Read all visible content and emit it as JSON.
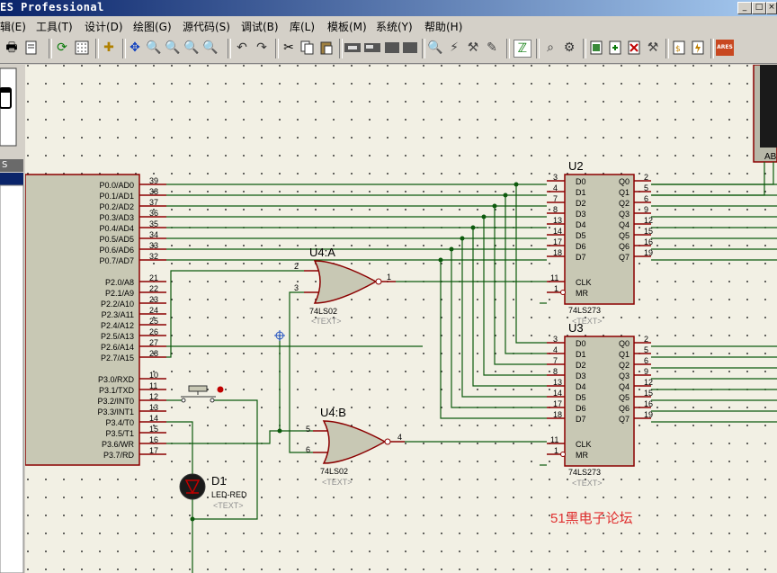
{
  "window": {
    "title": "ES Professional",
    "buttons": [
      "_",
      "□",
      "×"
    ]
  },
  "menu": [
    "辑(E)",
    "工具(T)",
    "设计(D)",
    "绘图(G)",
    "源代码(S)",
    "调试(B)",
    "库(L)",
    "模板(M)",
    "系统(Y)",
    "帮助(H)"
  ],
  "toolbar_icons": [
    "print-icon",
    "page-setup-icon",
    "refresh-icon",
    "grid-icon",
    "origin-icon",
    "pan-icon",
    "zoom-in-icon",
    "zoom-out-icon",
    "zoom-all-icon",
    "zoom-area-icon",
    "undo-icon",
    "redo-icon",
    "cut-icon",
    "copy-icon",
    "paste-icon",
    "block-copy-icon",
    "block-move-icon",
    "block-rotate-icon",
    "block-delete-icon",
    "pick-device-icon",
    "make-device-icon",
    "package-tool-icon",
    "decompose-icon",
    "wire-autoroute-icon",
    "search-icon",
    "property-tool-icon",
    "netlist-icon",
    "new-sheet-icon",
    "remove-sheet-icon",
    "goto-sheet-icon",
    "bom-icon",
    "erc-icon",
    "ares-icon"
  ],
  "left_panel": {
    "header": "S"
  },
  "display": {
    "label": "ABC"
  },
  "mcu": {
    "pins_p0": [
      {
        "name": "P0.0/AD0",
        "num": "39"
      },
      {
        "name": "P0.1/AD1",
        "num": "38"
      },
      {
        "name": "P0.2/AD2",
        "num": "37"
      },
      {
        "name": "P0.3/AD3",
        "num": "36"
      },
      {
        "name": "P0.4/AD4",
        "num": "35"
      },
      {
        "name": "P0.5/AD5",
        "num": "34"
      },
      {
        "name": "P0.6/AD6",
        "num": "33"
      },
      {
        "name": "P0.7/AD7",
        "num": "32"
      }
    ],
    "pins_p2": [
      {
        "name": "P2.0/A8",
        "num": "21"
      },
      {
        "name": "P2.1/A9",
        "num": "22"
      },
      {
        "name": "P2.2/A10",
        "num": "23"
      },
      {
        "name": "P2.3/A11",
        "num": "24"
      },
      {
        "name": "P2.4/A12",
        "num": "25"
      },
      {
        "name": "P2.5/A13",
        "num": "26"
      },
      {
        "name": "P2.6/A14",
        "num": "27"
      },
      {
        "name": "P2.7/A15",
        "num": "28"
      }
    ],
    "pins_p3": [
      {
        "name": "P3.0/RXD",
        "num": "10"
      },
      {
        "name": "P3.1/TXD",
        "num": "11"
      },
      {
        "name": "P3.2/INT0",
        "num": "12"
      },
      {
        "name": "P3.3/INT1",
        "num": "13"
      },
      {
        "name": "P3.4/T0",
        "num": "14"
      },
      {
        "name": "P3.5/T1",
        "num": "15"
      },
      {
        "name": "P3.6/WR",
        "num": "16"
      },
      {
        "name": "P3.7/RD",
        "num": "17"
      }
    ]
  },
  "latch_pin_labels": {
    "inputs": [
      "D0",
      "D1",
      "D2",
      "D3",
      "D4",
      "D5",
      "D6",
      "D7"
    ],
    "outputs": [
      "Q0",
      "Q1",
      "Q2",
      "Q3",
      "Q4",
      "Q5",
      "Q6",
      "Q7"
    ],
    "in_nums": [
      "3",
      "4",
      "7",
      "8",
      "13",
      "14",
      "17",
      "18"
    ],
    "out_nums": [
      "2",
      "5",
      "6",
      "9",
      "12",
      "15",
      "16",
      "19"
    ],
    "clk": "CLK",
    "mr": "MR",
    "clk_num": "11",
    "mr_num": "1"
  },
  "u2": {
    "ref": "U2",
    "part": "74LS273",
    "text": "<TEXT>"
  },
  "u3": {
    "ref": "U3",
    "part": "74LS273",
    "text": "<TEXT>"
  },
  "u4a": {
    "ref": "U4:A",
    "part": "74LS02",
    "text": "<TEXT>",
    "in1": "2",
    "in2": "3",
    "out": "1"
  },
  "u4b": {
    "ref": "U4:B",
    "part": "74LS02",
    "text": "<TEXT>",
    "in1": "5",
    "in2": "6",
    "out": "4"
  },
  "d1": {
    "ref": "D1",
    "part": "LED-RED",
    "text": "<TEXT>"
  },
  "watermark": "51黑电子论坛",
  "colors": {
    "wire": "#0d5a0d",
    "body_outline": "#8b0000",
    "body_fill": "#c8c8b4",
    "pin": "#8b0000",
    "watermark": "#e03030",
    "label_grey": "#909090"
  }
}
